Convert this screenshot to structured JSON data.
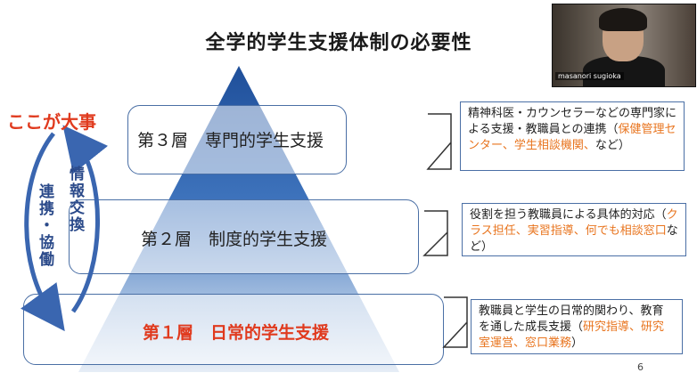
{
  "slide": {
    "title": "全学的学生支援体制の必要性",
    "page_number": "6",
    "emphasis": "ここが大事",
    "cycle_left": "連携・協働",
    "cycle_right": "情報交換"
  },
  "layers": [
    {
      "label": "第３層　専門的学生支援"
    },
    {
      "label": "第２層　制度的学生支援"
    },
    {
      "label": "第１層　日常的学生支援"
    }
  ],
  "descriptions": [
    {
      "pre": "精神科医・カウンセラーなどの専門家による支援・教職員との連携（",
      "hl": "保健管理センター、学生相談機関、",
      "post": "など）"
    },
    {
      "pre": "役割を担う教職員による具体的対応（",
      "hl": "クラス担任、実習指導、何でも相談窓口",
      "post": "など）"
    },
    {
      "pre": "教職員と学生の日常的関わり、教育を通した成長支援（",
      "hl": "研究指導、研究室運営、窓口業務",
      "post": "）"
    }
  ],
  "video": {
    "participant_name": "masanori sugioka"
  },
  "colors": {
    "accent": "#e03a1e",
    "highlight": "#e8741e",
    "pyramid_top": "#1f4f9a",
    "pyramid_bottom": "#dfe8f3",
    "frame": "#4a6fa5"
  }
}
